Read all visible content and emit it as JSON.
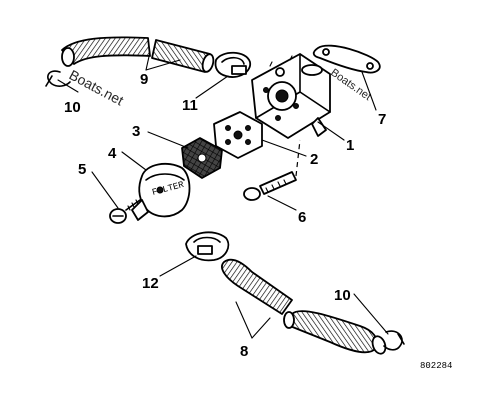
{
  "diagram": {
    "callouts": [
      {
        "id": "1",
        "label": "1"
      },
      {
        "id": "2",
        "label": "2"
      },
      {
        "id": "3",
        "label": "3"
      },
      {
        "id": "4",
        "label": "4"
      },
      {
        "id": "5",
        "label": "5"
      },
      {
        "id": "6",
        "label": "6"
      },
      {
        "id": "7",
        "label": "7"
      },
      {
        "id": "8",
        "label": "8"
      },
      {
        "id": "9",
        "label": "9"
      },
      {
        "id": "10a",
        "label": "10"
      },
      {
        "id": "10b",
        "label": "10"
      },
      {
        "id": "11",
        "label": "11"
      },
      {
        "id": "12",
        "label": "12"
      }
    ],
    "part_number": "802284",
    "watermark": "Boats.net",
    "watermark_small": "Boats.net",
    "fuel_filter_imprint": "FILTER"
  }
}
